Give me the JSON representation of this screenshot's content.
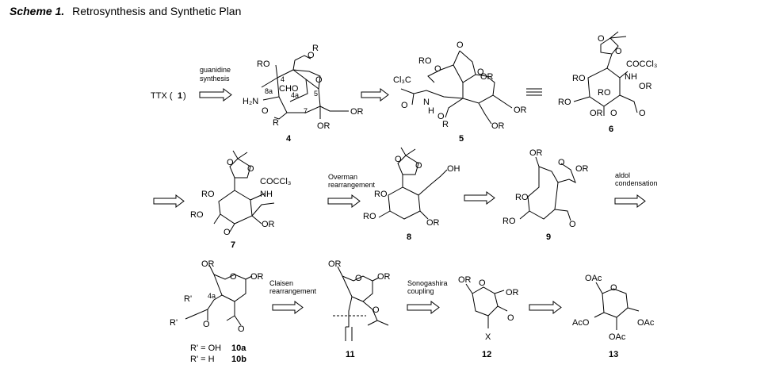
{
  "scheme": {
    "title_lead": "Scheme 1.",
    "title_text": "Retrosynthesis and Synthetic Plan"
  },
  "reactions": {
    "guanidine_1": "guanidine",
    "guanidine_2": "synthesis",
    "overman_1": "Overman",
    "overman_2": "rearrangement",
    "aldol_1": "aldol",
    "aldol_2": "condensation",
    "claisen_1": "Claisen",
    "claisen_2": "rearrangement",
    "sonogashira_1": "Sonogashira",
    "sonogashira_2": "coupling"
  },
  "compounds": {
    "ttx": "TTX (",
    "ttx_num": "1",
    "ttx_close": ")",
    "c4": "4",
    "c5": "5",
    "c6": "6",
    "c7": "7",
    "c8": "8",
    "c9": "9",
    "c11": "11",
    "c12": "12",
    "c13": "13",
    "r10a_eq": "R' = OH",
    "r10a_num": "10a",
    "r10b_eq": "R' = H",
    "r10b_num": "10b"
  },
  "atom_labels": {
    "RO": "RO",
    "OR": "OR",
    "O": "O",
    "R": "R",
    "Rp": "R'",
    "H2N": "H₂N",
    "NH": "NH",
    "H": "H",
    "N": "N",
    "CHO": "CHO",
    "Cl3C": "Cl₃C",
    "COCCl3": "COCCl₃",
    "OH": "OH",
    "X": "X",
    "OAc": "OAc",
    "AcO": "AcO",
    "n4": "4",
    "n4a": "4a",
    "n8a": "8a",
    "n5": "5",
    "n7": "7"
  }
}
